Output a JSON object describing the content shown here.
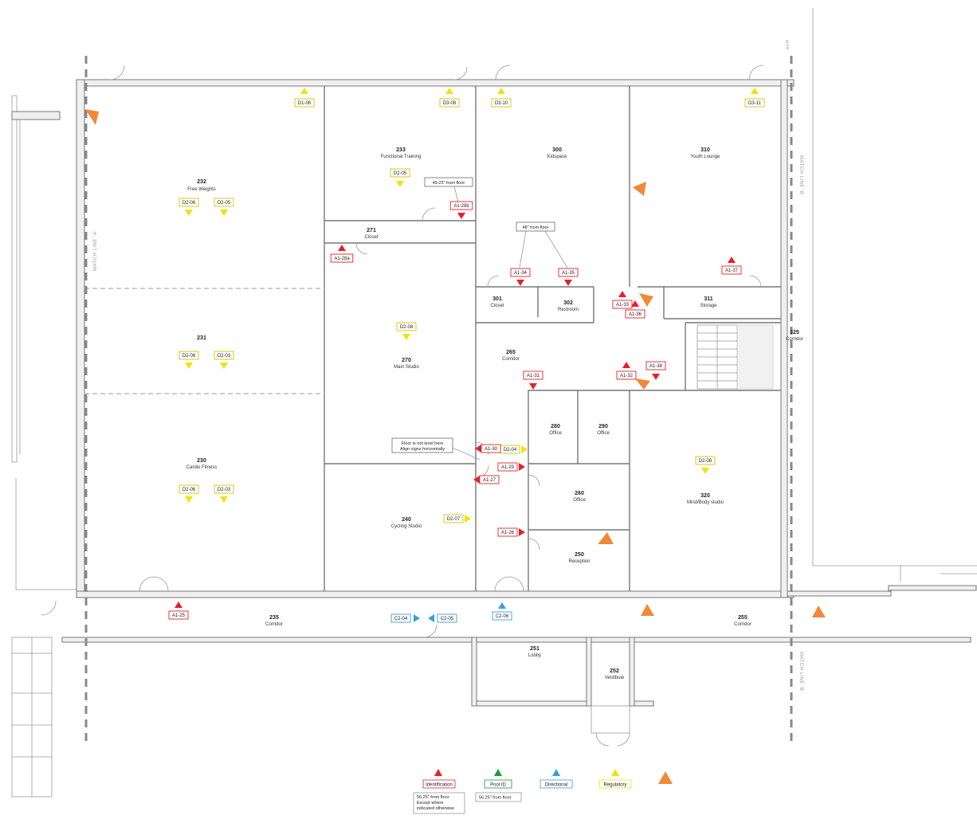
{
  "colors": {
    "identification": "#e8202a",
    "pool_id": "#1a9a3a",
    "directional": "#3aa0d8",
    "regulatory": "#f2e20a",
    "other": "#f08a3a",
    "wall": "#777777"
  },
  "match_lines": {
    "a": "MATCH LINE 'A'",
    "b_top": "MATCH LINE 'B'",
    "b_bottom": "MATCH LINE 'B'",
    "top_right_label": "exH"
  },
  "rooms": [
    {
      "id": "r232",
      "num": "232",
      "name": "Free Weights"
    },
    {
      "id": "r233",
      "num": "233",
      "name": "Functional Training"
    },
    {
      "id": "r300",
      "num": "300",
      "name": "Kidspace"
    },
    {
      "id": "r310",
      "num": "310",
      "name": "Youth Lounge"
    },
    {
      "id": "r271",
      "num": "271",
      "name": "Closet"
    },
    {
      "id": "r231",
      "num": "231",
      "name": ""
    },
    {
      "id": "r270",
      "num": "270",
      "name": "Main Studio"
    },
    {
      "id": "r301",
      "num": "301",
      "name": "Closet"
    },
    {
      "id": "r302",
      "num": "302",
      "name": "Restroom"
    },
    {
      "id": "r311",
      "num": "311",
      "name": "Storage"
    },
    {
      "id": "r325",
      "num": "325",
      "name": "Corridor"
    },
    {
      "id": "r265",
      "num": "265",
      "name": "Corridor"
    },
    {
      "id": "r280",
      "num": "280",
      "name": "Office"
    },
    {
      "id": "r290",
      "num": "290",
      "name": "Office"
    },
    {
      "id": "r230",
      "num": "230",
      "name": "Cardio Fitness"
    },
    {
      "id": "r260",
      "num": "260",
      "name": "Office"
    },
    {
      "id": "r320",
      "num": "320",
      "name": "Mind/Body studio"
    },
    {
      "id": "r240",
      "num": "240",
      "name": "Cycling Studio"
    },
    {
      "id": "r250",
      "num": "250",
      "name": "Reception"
    },
    {
      "id": "r235",
      "num": "235",
      "name": "Corridor"
    },
    {
      "id": "r255",
      "num": "255",
      "name": "Corridor"
    },
    {
      "id": "r251",
      "num": "251",
      "name": "Lobby"
    },
    {
      "id": "r252",
      "num": "252",
      "name": "Vestibule"
    }
  ],
  "signs": [
    {
      "id": "s1",
      "label": "D1-06",
      "type": "regulatory"
    },
    {
      "id": "s2",
      "label": "D3-08",
      "type": "regulatory"
    },
    {
      "id": "s3",
      "label": "D3-10",
      "type": "regulatory"
    },
    {
      "id": "s4",
      "label": "D3-11",
      "type": "regulatory"
    },
    {
      "id": "s5",
      "label": "D2-05",
      "type": "regulatory"
    },
    {
      "id": "s6",
      "label": "D2-06",
      "type": "regulatory"
    },
    {
      "id": "s7",
      "label": "D2-05",
      "type": "regulatory"
    },
    {
      "id": "s8",
      "label": "D2-06",
      "type": "regulatory"
    },
    {
      "id": "s9",
      "label": "D2-03",
      "type": "regulatory"
    },
    {
      "id": "s10",
      "label": "D2-08",
      "type": "regulatory"
    },
    {
      "id": "s11",
      "label": "D2-06",
      "type": "regulatory"
    },
    {
      "id": "s12",
      "label": "D2-03",
      "type": "regulatory"
    },
    {
      "id": "s13",
      "label": "D2-08",
      "type": "regulatory"
    },
    {
      "id": "s14",
      "label": "D2-04",
      "type": "regulatory"
    },
    {
      "id": "s15",
      "label": "D2-07",
      "type": "regulatory"
    },
    {
      "id": "s16",
      "label": "A1-28b",
      "type": "identification"
    },
    {
      "id": "s17",
      "label": "A1-28a",
      "type": "identification"
    },
    {
      "id": "s18",
      "label": "A1-34",
      "type": "identification"
    },
    {
      "id": "s19",
      "label": "A1-35",
      "type": "identification"
    },
    {
      "id": "s20",
      "label": "A1-37",
      "type": "identification"
    },
    {
      "id": "s21",
      "label": "A1-33",
      "type": "identification"
    },
    {
      "id": "s22",
      "label": "A1-36",
      "type": "identification"
    },
    {
      "id": "s23",
      "label": "A1-31",
      "type": "identification"
    },
    {
      "id": "s24",
      "label": "A1-32",
      "type": "identification"
    },
    {
      "id": "s25",
      "label": "A1-38",
      "type": "identification"
    },
    {
      "id": "s26",
      "label": "A1-30",
      "type": "identification"
    },
    {
      "id": "s27",
      "label": "A1-29",
      "type": "identification"
    },
    {
      "id": "s28",
      "label": "A1-27",
      "type": "identification"
    },
    {
      "id": "s29",
      "label": "A1-26",
      "type": "identification"
    },
    {
      "id": "s30",
      "label": "A1-25",
      "type": "identification"
    },
    {
      "id": "s31",
      "label": "C2-04",
      "type": "directional"
    },
    {
      "id": "s32",
      "label": "C2-05",
      "type": "directional"
    },
    {
      "id": "s33",
      "label": "C2-06",
      "type": "directional"
    }
  ],
  "notes": [
    {
      "id": "n1",
      "text": "49.25\" from floor"
    },
    {
      "id": "n2",
      "text": "48\" from floor"
    },
    {
      "id": "n3a",
      "text": "Floor is not level here"
    },
    {
      "id": "n3b",
      "text": "Align signs horizontally"
    }
  ],
  "legend": [
    {
      "label": "Identification",
      "type": "identification"
    },
    {
      "label": "Pool ID",
      "type": "pool_id"
    },
    {
      "label": "Directional",
      "type": "directional"
    },
    {
      "label": "Regulatory",
      "type": "regulatory"
    },
    {
      "label": "",
      "type": "other"
    }
  ],
  "legend_notes": {
    "identification": [
      "56.25\" from floor",
      "Except where",
      "indicated otherwise"
    ],
    "pool_id": [
      "56.25\" from floor"
    ]
  }
}
